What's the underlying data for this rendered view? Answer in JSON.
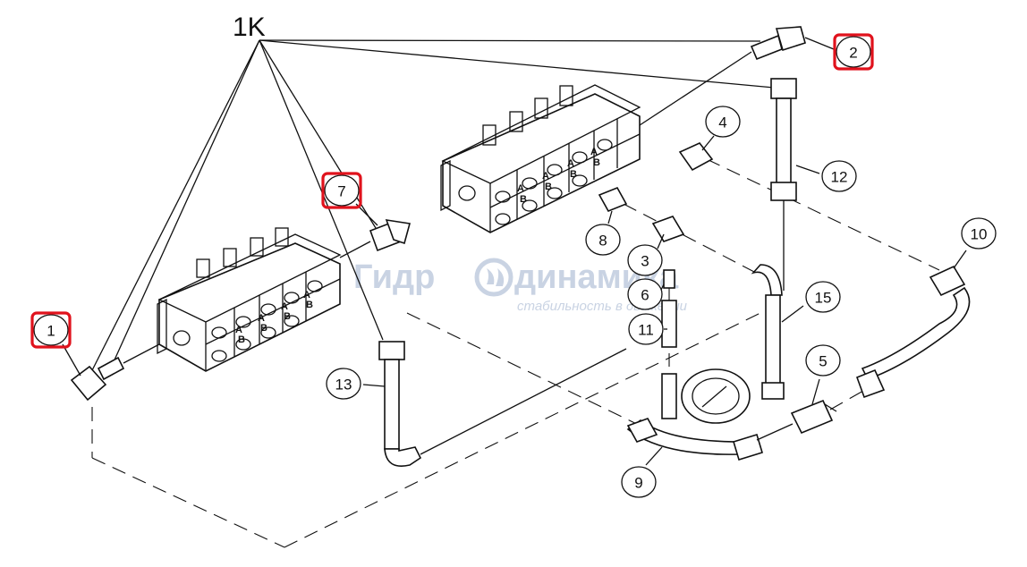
{
  "assembly_label": "1K",
  "callouts": [
    {
      "id": "1",
      "label": "1",
      "highlighted": true
    },
    {
      "id": "2",
      "label": "2",
      "highlighted": true
    },
    {
      "id": "3",
      "label": "3",
      "highlighted": false
    },
    {
      "id": "4",
      "label": "4",
      "highlighted": false
    },
    {
      "id": "5",
      "label": "5",
      "highlighted": false
    },
    {
      "id": "6",
      "label": "6",
      "highlighted": false
    },
    {
      "id": "7",
      "label": "7",
      "highlighted": true
    },
    {
      "id": "8",
      "label": "8",
      "highlighted": false
    },
    {
      "id": "9",
      "label": "9",
      "highlighted": false
    },
    {
      "id": "10",
      "label": "10",
      "highlighted": false
    },
    {
      "id": "11",
      "label": "11",
      "highlighted": false
    },
    {
      "id": "12",
      "label": "12",
      "highlighted": false
    },
    {
      "id": "13",
      "label": "13",
      "highlighted": false
    },
    {
      "id": "15",
      "label": "15",
      "highlighted": false
    }
  ],
  "valve_section_letters": {
    "a": "A",
    "b": "B"
  },
  "watermark": {
    "title_left": "Гидр",
    "title_right": "динамика",
    "tagline": "стабильность в движении"
  },
  "colors": {
    "highlight": "#e0121c",
    "line": "#111111",
    "watermark": "#c9d3e3"
  }
}
